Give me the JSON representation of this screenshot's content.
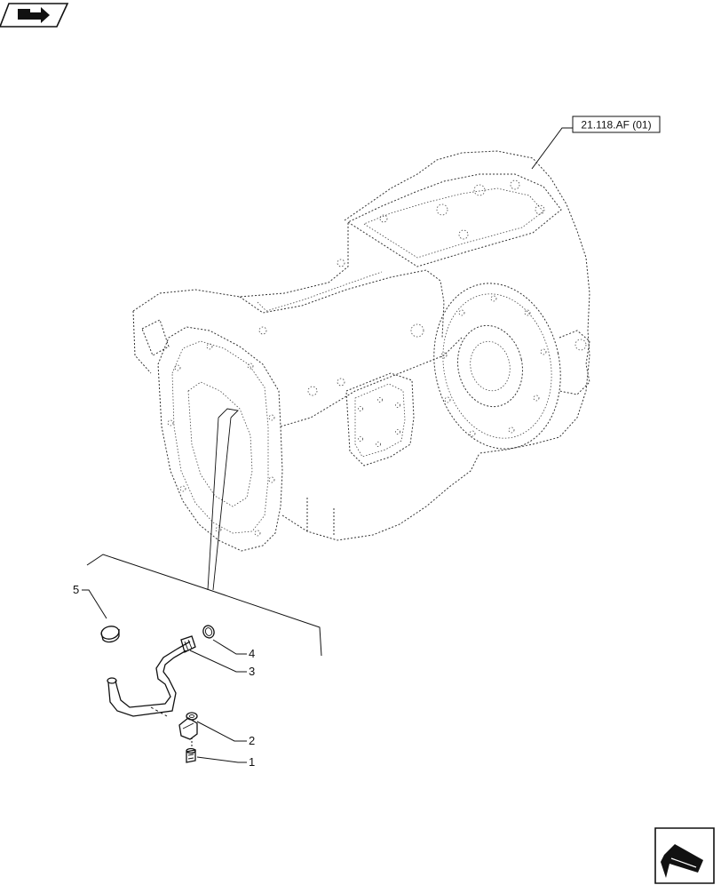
{
  "diagram": {
    "reference_label": "21.118.AF (01)",
    "callouts": [
      "1",
      "2",
      "3",
      "4",
      "5"
    ]
  },
  "nav": {
    "top_left_icon": "book-arrow-icon",
    "bottom_right_icon": "return-arrow-icon"
  }
}
